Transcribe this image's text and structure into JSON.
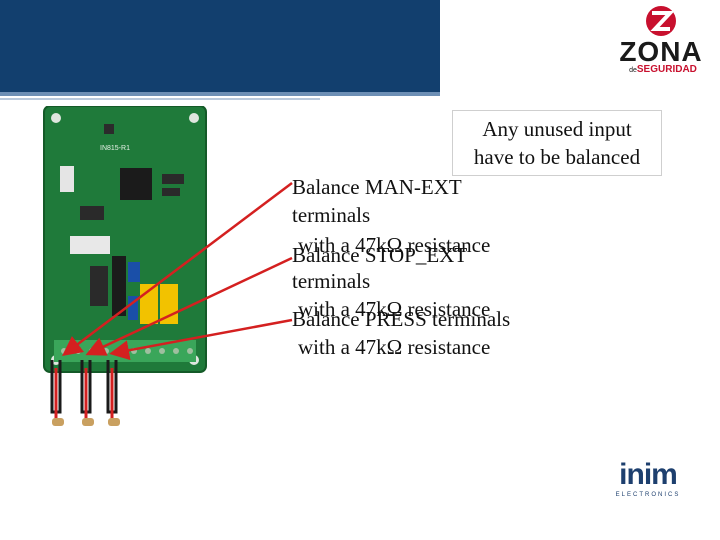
{
  "brand": {
    "zona": {
      "name": "ZONA",
      "de": "de",
      "sub": "SEGURIDAD"
    },
    "inim": {
      "name": "inim",
      "sub": "ELECTRONICS"
    }
  },
  "board": {
    "model": "IN815-R1"
  },
  "note": {
    "line1": "Any unused input",
    "line2": "have to be balanced"
  },
  "callouts": [
    {
      "line1": "Balance MAN-EXT",
      "line2": "terminals",
      "line3": "with a 47kΩ resistance"
    },
    {
      "line1": "Balance STOP_EXT",
      "line2": "terminals",
      "line3": "with a 47kΩ resistance"
    },
    {
      "line1": "Balance PRESS terminals",
      "line2": "with a 47kΩ resistance"
    }
  ],
  "colors": {
    "header": "#123f6e",
    "arrow": "#d42020",
    "pcb": "#1f7a3a"
  }
}
